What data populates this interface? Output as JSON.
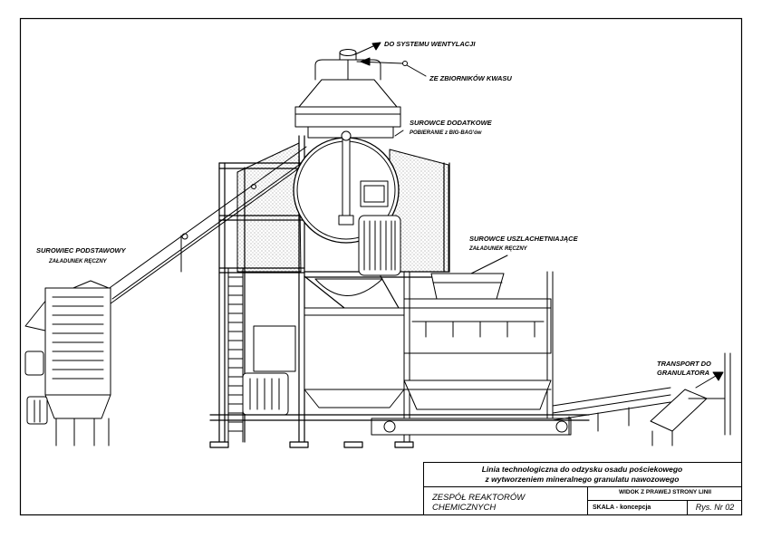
{
  "labels": {
    "ventilation": "DO SYSTEMU WENTYLACJI",
    "acid_tanks": "ZE ZBIORNIKÓW KWASU",
    "additional_title": "SUROWCE DODATKOWE",
    "additional_sub": "POBIERANIE z BIG-BAG'ów",
    "basic_title": "SUROWIEC PODSTAWOWY",
    "basic_sub": "ZAŁADUNEK RĘCZNY",
    "refining_title": "SUROWCE USZLACHETNIAJĄCE",
    "refining_sub": "ZAŁADUNEK RĘCZNY",
    "transport_line1": "TRANSPORT DO",
    "transport_line2": "GRANULATORA"
  },
  "title_block": {
    "description_line1": "Linia technologiczna do odzysku osadu pościekowego",
    "description_line2": "z wytworzeniem mineralnego granulatu nawozowego",
    "group_line1": "ZESPÓŁ REAKTORÓW",
    "group_line2": "CHEMICZNYCH",
    "view": "WIDOK Z PRAWEJ STRONY LINII",
    "scale": "SKALA - koncepcja",
    "drawing_no": "Rys. Nr 02"
  }
}
